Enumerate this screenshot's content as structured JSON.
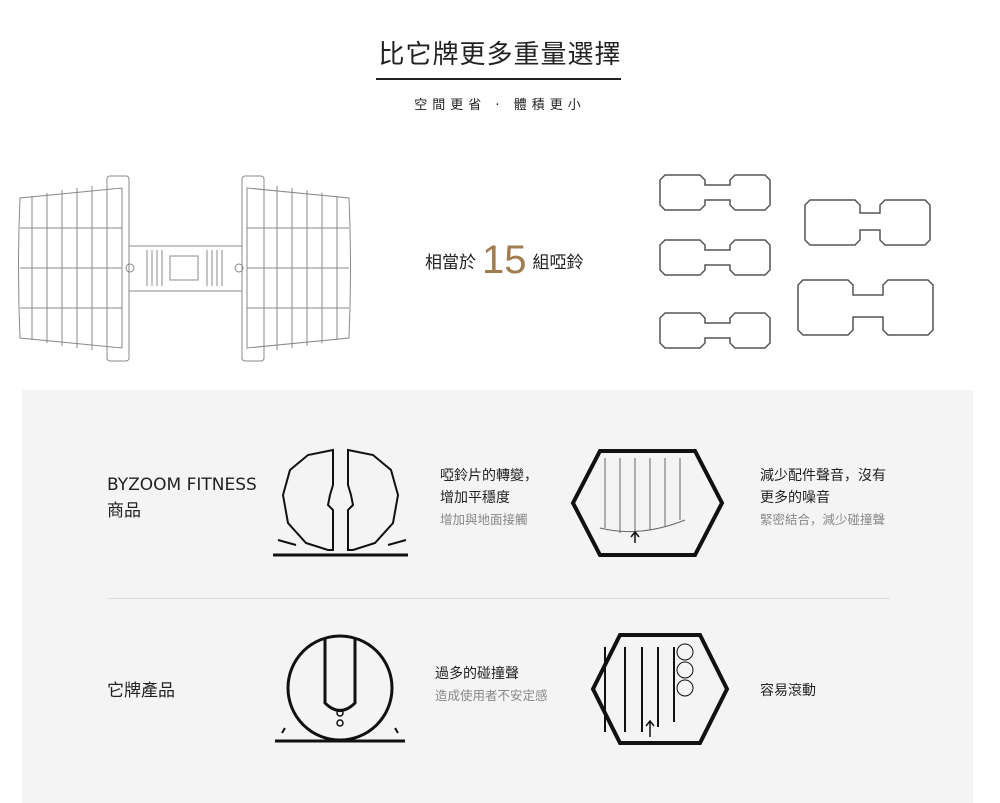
{
  "header": {
    "title": "比它牌更多重量選擇",
    "subtitle": "空間更省 · 體積更小"
  },
  "equivalence": {
    "prefix": "相當於",
    "number": "15",
    "suffix": "組啞鈴",
    "accent_color": "#a07d4e"
  },
  "comparison": {
    "rows": [
      {
        "label_line1": "BYZOOM FITNESS",
        "label_line2": "商品",
        "feature1": {
          "title_line1": "啞鈴片的轉變，",
          "title_line2": "增加平穩度",
          "desc": "增加與地面接觸"
        },
        "feature2": {
          "title_line1": "減少配件聲音，沒有",
          "title_line2": "更多的噪音",
          "desc": "緊密結合，減少碰撞聲"
        }
      },
      {
        "label_line1": "它牌產品",
        "feature1": {
          "title_line1": "過多的碰撞聲",
          "desc": "造成使用者不安定感"
        },
        "feature2": {
          "title_line1": "容易滾動"
        }
      }
    ]
  }
}
